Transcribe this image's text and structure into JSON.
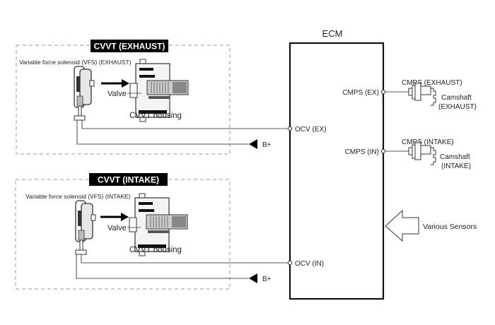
{
  "ecm": {
    "title": "ECM"
  },
  "groups": [
    {
      "id": "exhaust",
      "title": "CVVT (EXHAUST)",
      "solenoid_label": "Variable force solenoid (VFS) (EXHAUST)",
      "valve_label": "Valve",
      "housing_label": "CVVT housing",
      "ocv_pin": "OCV (EX)",
      "power_label": "B+"
    },
    {
      "id": "intake",
      "title": "CVVT (INTAKE)",
      "solenoid_label": "Variable force solenoid (VFS) (INTAKE)",
      "valve_label": "Valve",
      "housing_label": "CVVT housing",
      "ocv_pin": "OCV (IN)",
      "power_label": "B+"
    }
  ],
  "sensors": [
    {
      "pin": "CMPS (EX)",
      "sensor_label": "CMPS (EXHAUST)",
      "camshaft_line1": "Camshaft",
      "camshaft_line2": "(EXHAUST)"
    },
    {
      "pin": "CMPS (IN)",
      "sensor_label": "CMPS (INTAKE)",
      "camshaft_line1": "Camshaft",
      "camshaft_line2": "(INTAKE)"
    }
  ],
  "inputs": {
    "various_sensors": "Various Sensors"
  },
  "colors": {
    "line": "#555555",
    "box": "#111111",
    "dash": "#999999",
    "title_bg": "#000000"
  }
}
